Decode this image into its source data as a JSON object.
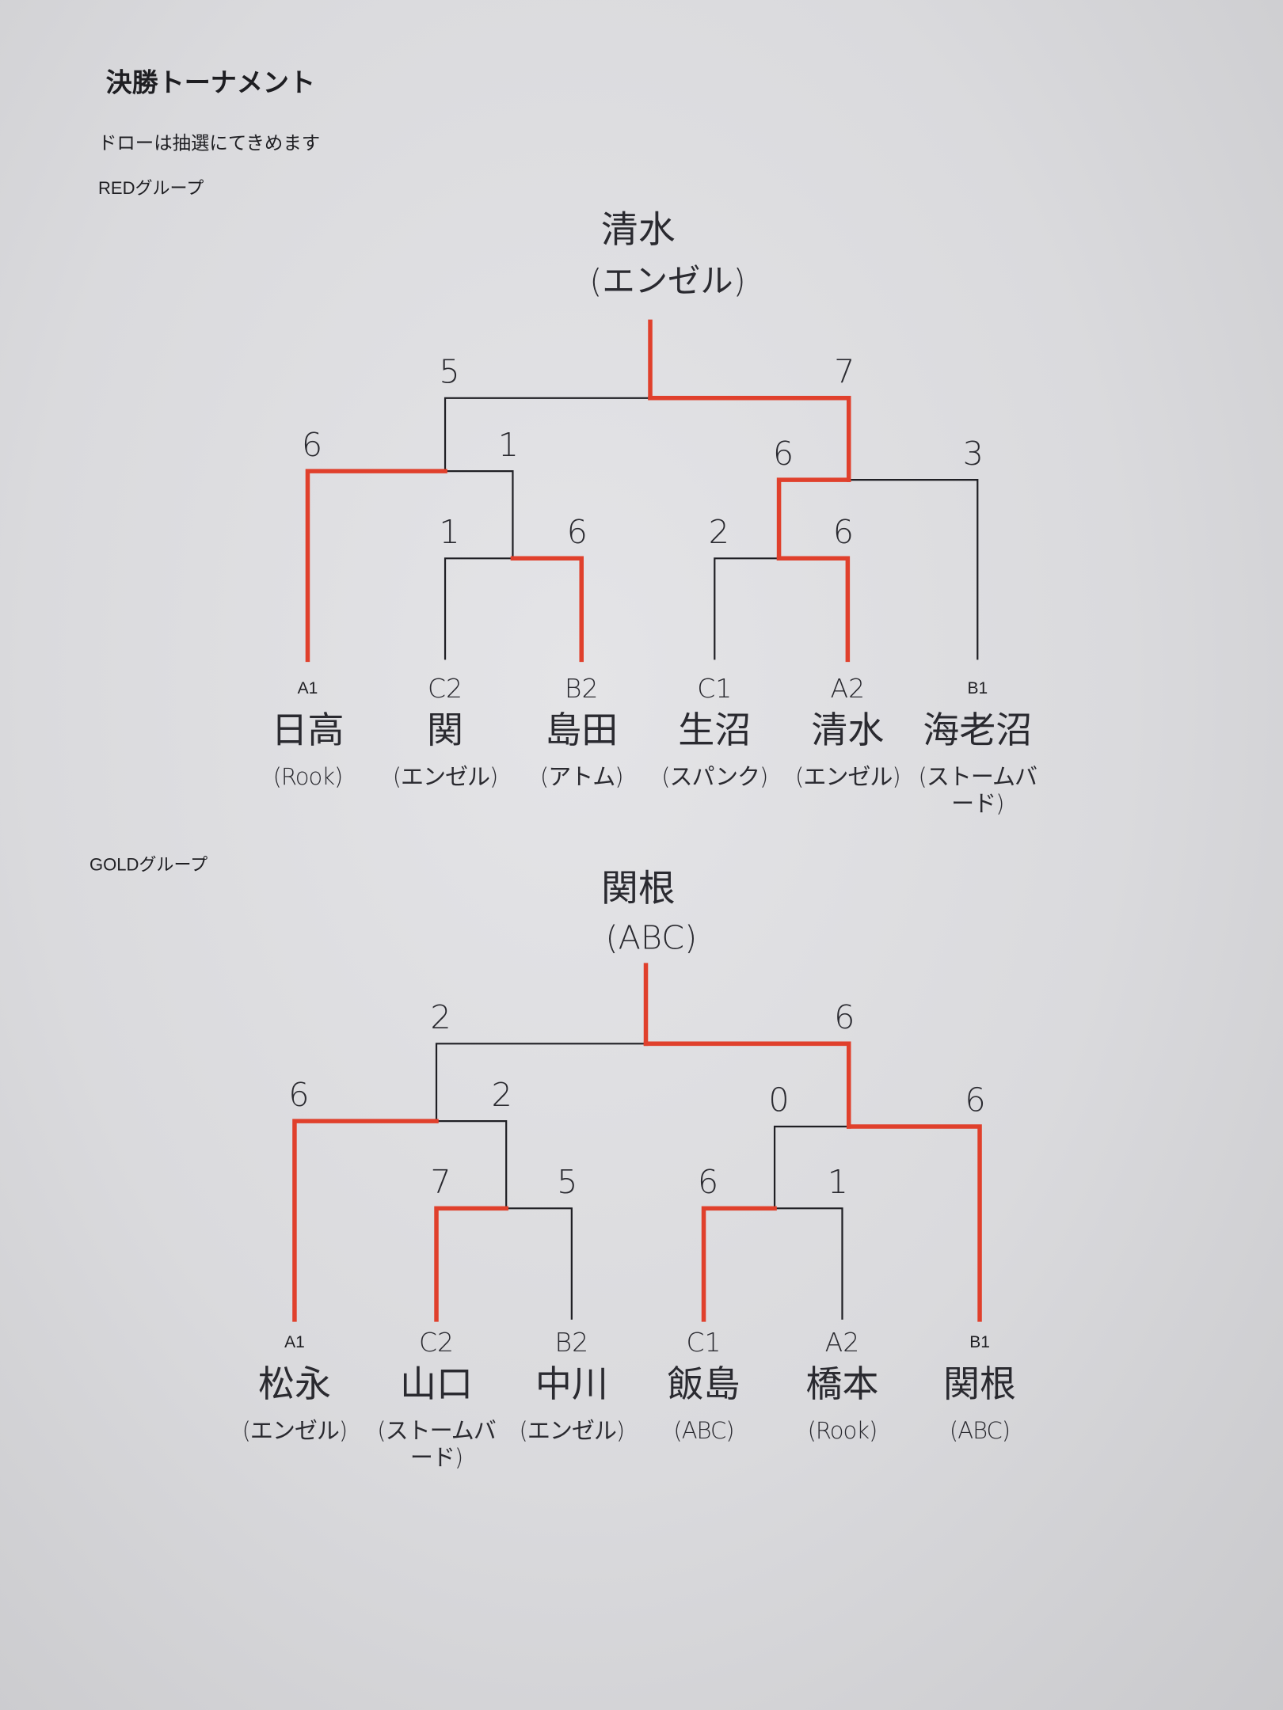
{
  "header": {
    "title": "決勝トーナメント",
    "subtitle": "ドローは抽選にてきめます"
  },
  "groups": [
    {
      "label": "REDグループ",
      "champion": {
        "name": "清水",
        "team": "(エンゼル)"
      },
      "entrants": [
        {
          "seed": "A1",
          "name": "日高",
          "team": "(Rook)"
        },
        {
          "seed": "C2",
          "name": "関",
          "team": "(エンゼル)"
        },
        {
          "seed": "B2",
          "name": "島田",
          "team": "(アトム)"
        },
        {
          "seed": "C1",
          "name": "生沼",
          "team": "(スパンク)"
        },
        {
          "seed": "A2",
          "name": "清水",
          "team": "(エンゼル)"
        },
        {
          "seed": "B1",
          "name": "海老沼",
          "team": "(ストームバード)"
        }
      ],
      "matches": {
        "r1L": {
          "scores": [
            1,
            6
          ]
        },
        "r1R": {
          "scores": [
            2,
            6
          ]
        },
        "sfL": {
          "scores": [
            6,
            1
          ]
        },
        "sfR": {
          "scores": [
            6,
            3
          ]
        },
        "final": {
          "scores": [
            5,
            7
          ]
        }
      }
    },
    {
      "label": "GOLDグループ",
      "champion": {
        "name": "関根",
        "team": "(ABC)"
      },
      "entrants": [
        {
          "seed": "A1",
          "name": "松永",
          "team": "(エンゼル)"
        },
        {
          "seed": "C2",
          "name": "山口",
          "team": "(ストームバード)"
        },
        {
          "seed": "B2",
          "name": "中川",
          "team": "(エンゼル)"
        },
        {
          "seed": "C1",
          "name": "飯島",
          "team": "(ABC)"
        },
        {
          "seed": "A2",
          "name": "橋本",
          "team": "(Rook)"
        },
        {
          "seed": "B1",
          "name": "関根",
          "team": "(ABC)"
        }
      ],
      "matches": {
        "r1L": {
          "scores": [
            7,
            5
          ]
        },
        "r1R": {
          "scores": [
            6,
            1
          ]
        },
        "sfL": {
          "scores": [
            6,
            2
          ]
        },
        "sfR": {
          "scores": [
            0,
            6
          ]
        },
        "final": {
          "scores": [
            2,
            6
          ]
        }
      }
    }
  ],
  "colors": {
    "winner_line": "#e0402c",
    "line": "#1f1f24",
    "paper": "#e2e2e5"
  }
}
